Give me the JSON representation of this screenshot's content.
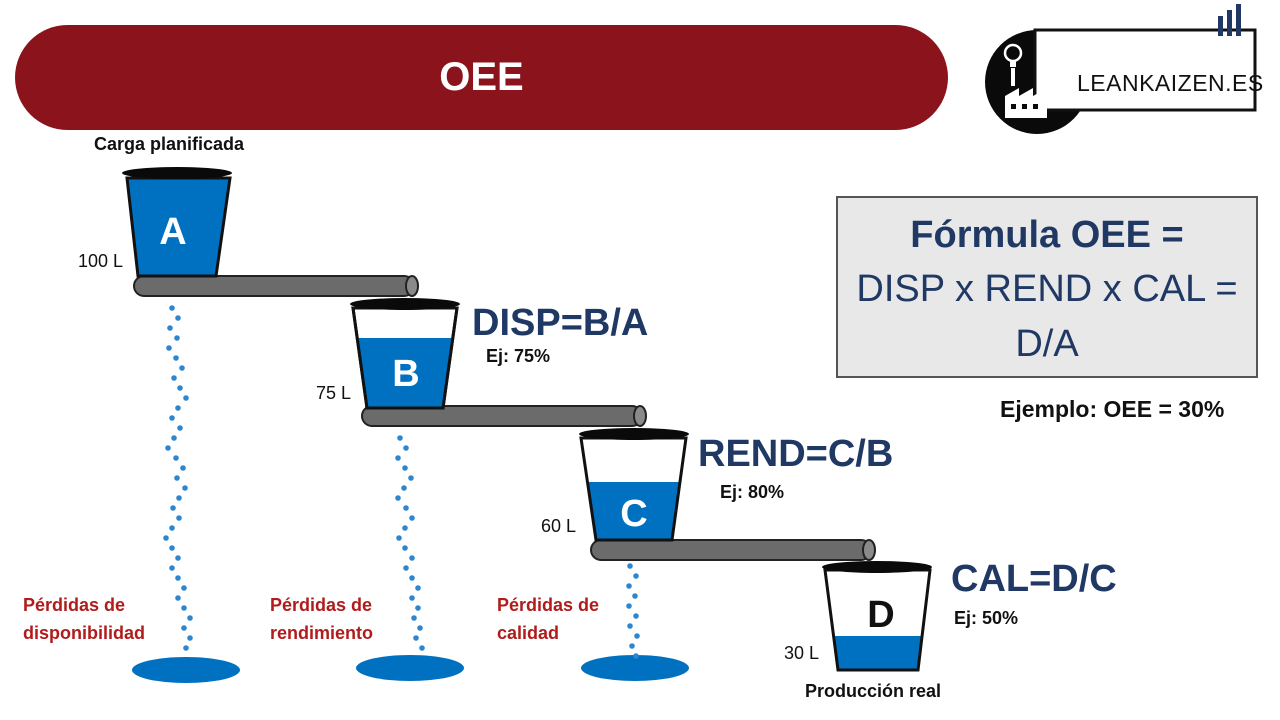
{
  "title": "OEE",
  "logo": {
    "text": "LEANKAIZEN.ES",
    "icon": "factory-lightbulb-icon"
  },
  "buckets": [
    {
      "letter": "A",
      "volume": "100 L",
      "fill_fraction": 1.0,
      "caption": "Carga planificada"
    },
    {
      "letter": "B",
      "volume": "75 L",
      "fill_fraction": 0.75,
      "formula": "DISP=B/A",
      "example": "Ej: 75%"
    },
    {
      "letter": "C",
      "volume": "60 L",
      "fill_fraction": 0.6,
      "formula": "REND=C/B",
      "example": "Ej: 80%"
    },
    {
      "letter": "D",
      "volume": "30 L",
      "fill_fraction": 0.3,
      "formula": "CAL=D/C",
      "example": "Ej: 50%",
      "caption": "Producción real"
    }
  ],
  "losses": [
    {
      "line1": "Pérdidas de",
      "line2": "disponibilidad"
    },
    {
      "line1": "Pérdidas de",
      "line2": "rendimiento"
    },
    {
      "line1": "Pérdidas de",
      "line2": "calidad"
    }
  ],
  "formula_box": {
    "line1": "Fórmula OEE =",
    "line2": "DISP x REND x CAL =",
    "line3": "D/A"
  },
  "example_total": "Ejemplo: OEE = 30%",
  "colors": {
    "title_bar": "#8b141c",
    "water": "#0070c0",
    "formula_text": "#1f3864",
    "loss_text": "#b01c1c",
    "pipe": "#6b6b6b"
  }
}
